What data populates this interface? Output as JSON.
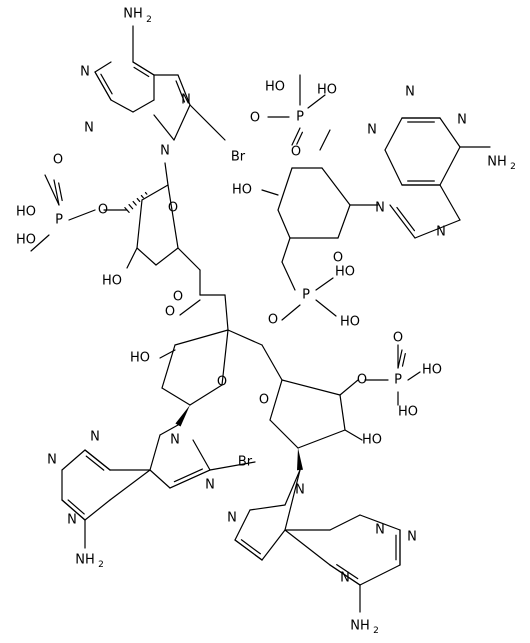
{
  "labels": {
    "amine": "NH",
    "amine_sub": "2",
    "ring_n": "N",
    "ring_o": "O",
    "hydroxyl": "OH",
    "hydroxyl_left": "HO",
    "phosphorus": "P",
    "bromine": "Br"
  }
}
